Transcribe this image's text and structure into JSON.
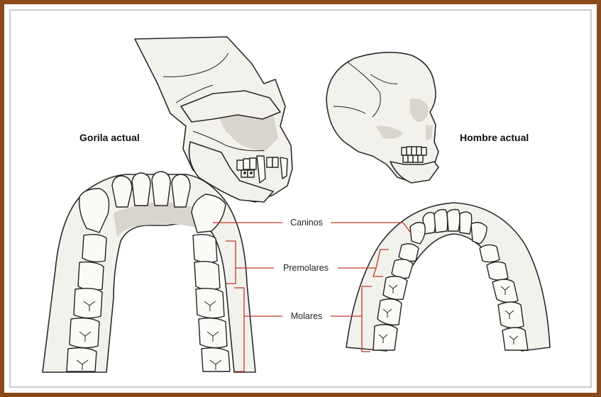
{
  "labels": {
    "gorilla": "Gorila actual",
    "human": "Hombre actual",
    "canines": "Caninos",
    "premolars": "Premolares",
    "molars": "Molares"
  },
  "colors": {
    "border": "#8a4a1a",
    "border_inner": "#c47a3a",
    "leader_lines": "#c0392b",
    "background": "#ffffff"
  }
}
